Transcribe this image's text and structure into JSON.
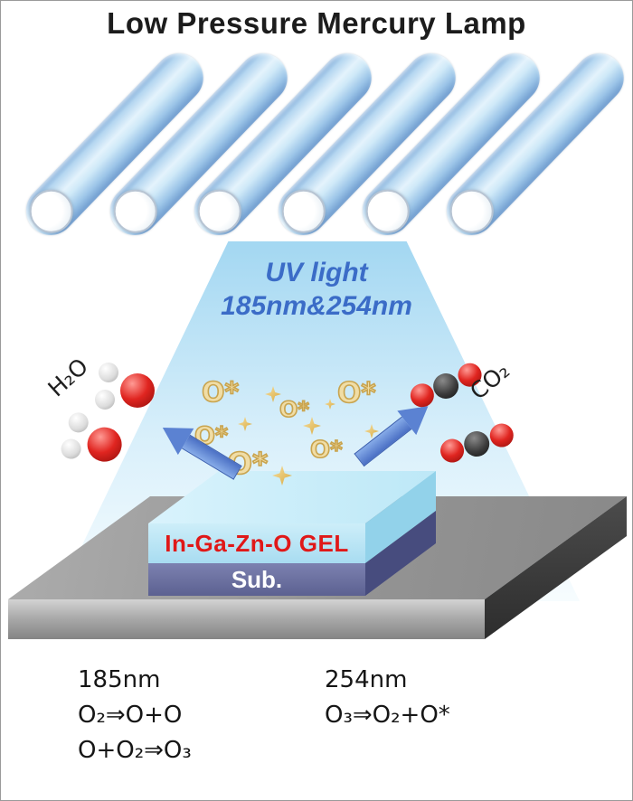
{
  "title": "Low Pressure Mercury Lamp",
  "uv_light": {
    "line1": "UV light",
    "line2": "185nm&254nm",
    "color": "#3b6cc7"
  },
  "lamp_count": 6,
  "molecule_labels": {
    "water": "H₂O",
    "co2": "CO₂"
  },
  "ostars": [
    {
      "label": "O*"
    },
    {
      "label": "O*"
    },
    {
      "label": "O*"
    },
    {
      "label": "O*"
    },
    {
      "label": "O*"
    },
    {
      "label": "O*"
    }
  ],
  "stack": {
    "film_label": "In-Ga-Zn-O GEL",
    "film_label_color": "#e01818",
    "substrate_label": "Sub.",
    "film_color": "#bde8f7",
    "substrate_color": "#5c6191"
  },
  "reactions": {
    "left": {
      "heading": "185nm",
      "line1": "O₂⇒O+O",
      "line2": "O+O₂⇒O₃"
    },
    "right": {
      "heading": "254nm",
      "line1": "O₃⇒O₂+O*"
    }
  },
  "colors": {
    "radical_gold": "#c9a44e",
    "arrow_blue": "#5b82d2",
    "cone_blue": "#9ed5f1",
    "platform_gray": "#949494"
  }
}
